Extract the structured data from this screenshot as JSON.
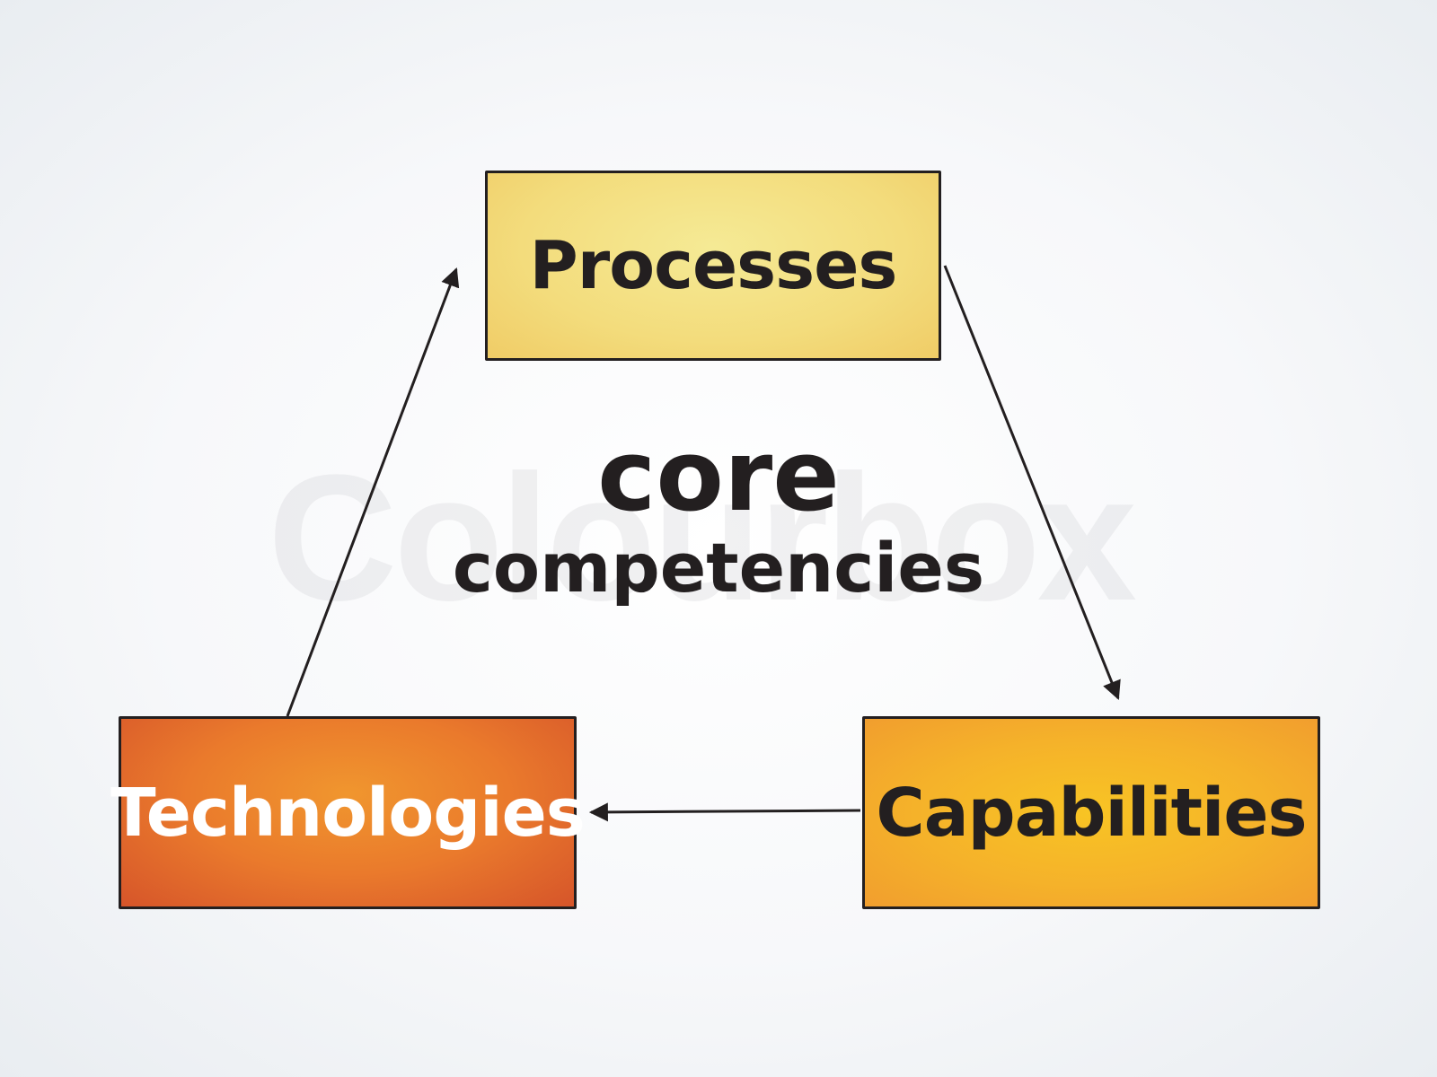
{
  "watermark": "Colourbox",
  "diagram": {
    "center": {
      "line1": "core",
      "line2": "competencies"
    },
    "nodes": [
      {
        "id": "processes",
        "label": "Processes",
        "color": "#f3dc7c",
        "text_color": "#231f20"
      },
      {
        "id": "technologies",
        "label": "Technologies",
        "color": "#ea7a2c",
        "text_color": "#ffffff"
      },
      {
        "id": "capabilities",
        "label": "Capabilities",
        "color": "#f5b22a",
        "text_color": "#231f20"
      }
    ],
    "edges": [
      {
        "from": "processes",
        "to": "capabilities"
      },
      {
        "from": "capabilities",
        "to": "technologies"
      },
      {
        "from": "technologies",
        "to": "processes"
      }
    ]
  }
}
